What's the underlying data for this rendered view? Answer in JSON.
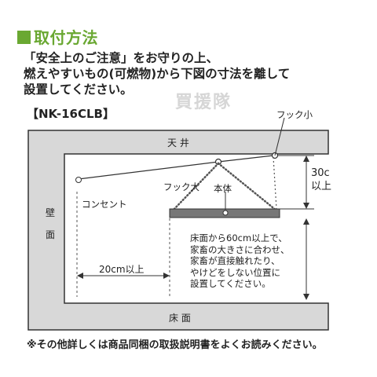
{
  "heading": "取付方法",
  "intro_lines": [
    "「安全上のご注意」をお守りの上、",
    "燃えやすいもの(可燃物)から下図の寸法を離して",
    "設置してください。"
  ],
  "model": "【NK-16CLB】",
  "watermark": "買援隊",
  "diagram": {
    "ceiling": "天 井",
    "wall_line1": "壁",
    "wall_line2": "面",
    "floor": "床 面",
    "hook_small": "フック小",
    "hook_large": "フック大",
    "body": "本体",
    "outlet": "コンセント",
    "dim_30_line1": "30c",
    "dim_30_line2": "以上",
    "dim_20": "20cm以上",
    "note_lines": [
      "床面から60cm以上で、",
      "家畜の大きさに合わせ、",
      "家畜が直接触れたり、",
      "やけどをしない位置に",
      "設置してください。"
    ]
  },
  "footnote": "※その他詳しくは商品同梱の取扱説明書をよくお読みください。",
  "colors": {
    "heading": "#6aa832",
    "structure": "#d8d8d8",
    "line": "#333333",
    "heater_bar": "#777777"
  }
}
